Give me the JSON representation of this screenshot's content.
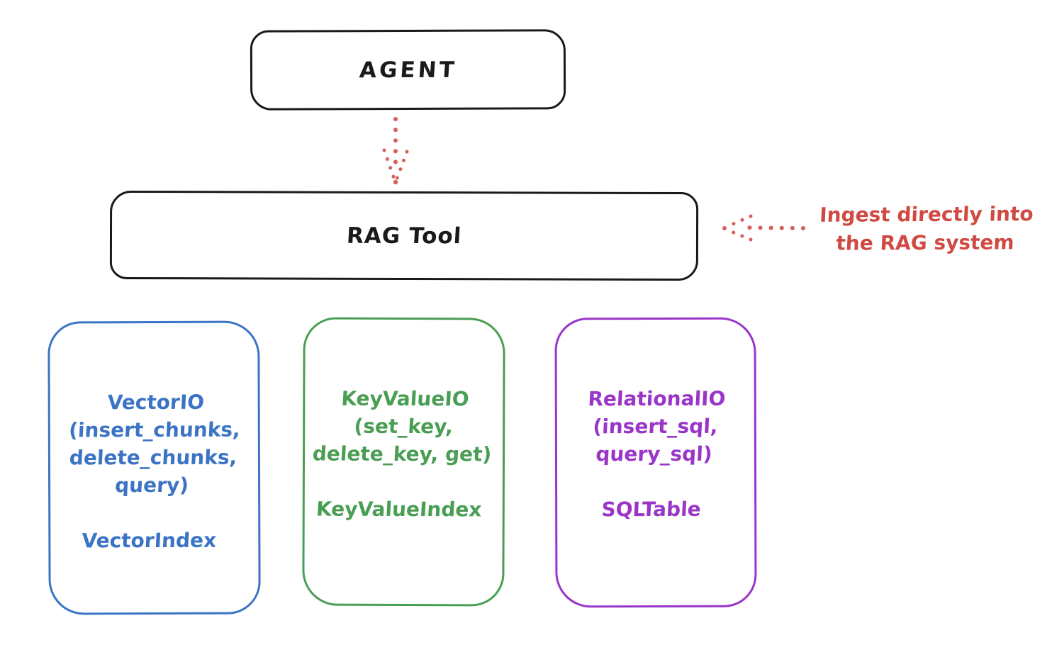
{
  "agent_box": {
    "label": "AGENT"
  },
  "rag_tool_box": {
    "label": "RAG Tool"
  },
  "annotation": {
    "line1": "Ingest directly into",
    "line2": "the RAG system"
  },
  "arrows": [
    {
      "name": "agent-to-rag-tool-arrow",
      "style": "dotted",
      "direction": "down",
      "color": "#cf4a42"
    },
    {
      "name": "annotation-to-rag-tool-arrow",
      "style": "dotted",
      "direction": "left",
      "color": "#cf4a42"
    }
  ],
  "io_boxes": [
    {
      "id": "vector-io",
      "color": "#3b74c4",
      "lines": [
        "VectorIO",
        "(insert_chunks,",
        "delete_chunks,",
        "query)"
      ],
      "index_label": "VectorIndex"
    },
    {
      "id": "keyvalue-io",
      "color": "#4a9e54",
      "lines": [
        "KeyValueIO",
        "(set_key,",
        "delete_key, get)"
      ],
      "index_label": "KeyValueIndex"
    },
    {
      "id": "relational-io",
      "color": "#9a35c8",
      "lines": [
        "RelationalIO",
        "(insert_sql,",
        "query_sql)"
      ],
      "index_label": "SQLTable"
    }
  ],
  "colors": {
    "black": "#1a1a1a",
    "red": "#cf4a42",
    "blue": "#3b74c4",
    "green": "#4a9e54",
    "purple": "#9a35c8",
    "background": "#ffffff"
  }
}
